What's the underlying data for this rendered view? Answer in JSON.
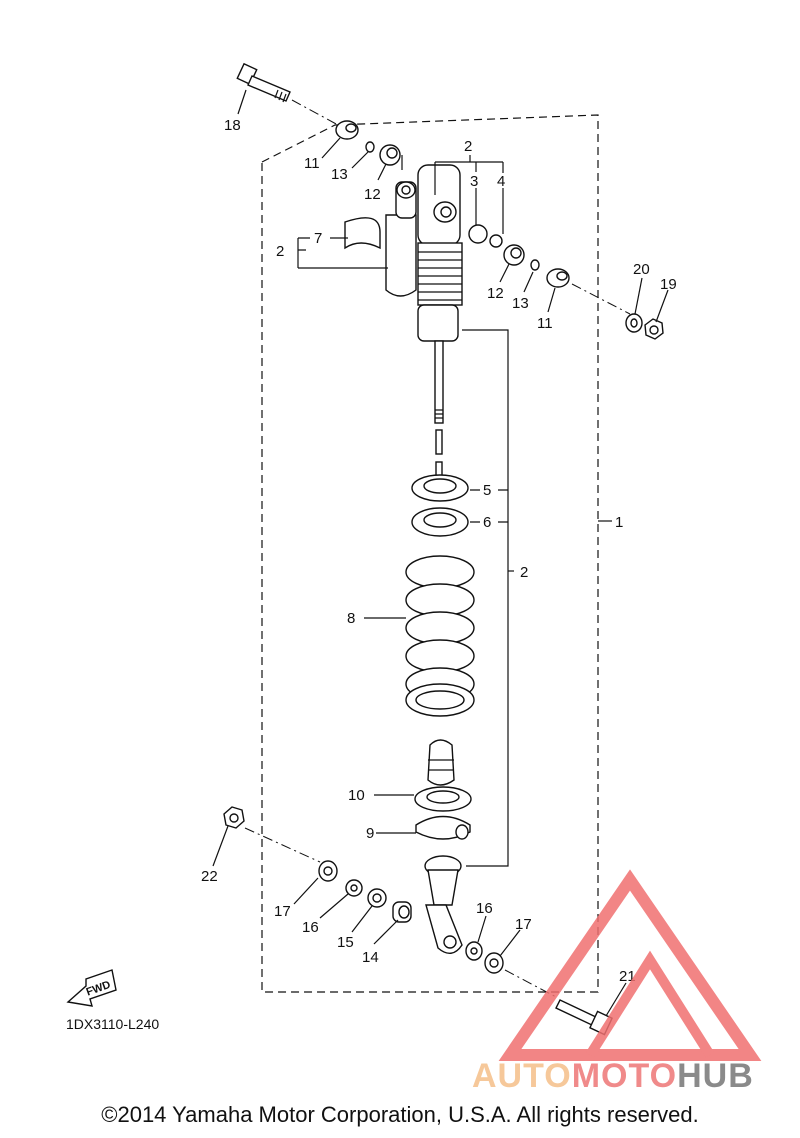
{
  "diagram": {
    "labels": {
      "l1": "1",
      "l2a": "2",
      "l2b": "2",
      "l2c": "2",
      "l3": "3",
      "l4": "4",
      "l5": "5",
      "l6": "6",
      "l7": "7",
      "l8": "8",
      "l9": "9",
      "l10": "10",
      "l11a": "11",
      "l11b": "11",
      "l12a": "12",
      "l12b": "12",
      "l13a": "13",
      "l13b": "13",
      "l14": "14",
      "l15": "15",
      "l16a": "16",
      "l16b": "16",
      "l17a": "17",
      "l17b": "17",
      "l18": "18",
      "l19": "19",
      "l20": "20",
      "l21": "21",
      "l22": "22"
    },
    "fwd_label": "FWD",
    "code": "1DX3110-L240",
    "copyright": "©2014 Yamaha Motor Corporation, U.S.A. All rights reserved."
  },
  "watermark": {
    "part1": "AUTO",
    "part2": "MOTO",
    "part3": "HUB",
    "colors": {
      "triangle": "#f07070",
      "auto": "#f6c89a",
      "moto": "#f08a8a",
      "hub": "#8a8a8a"
    }
  }
}
